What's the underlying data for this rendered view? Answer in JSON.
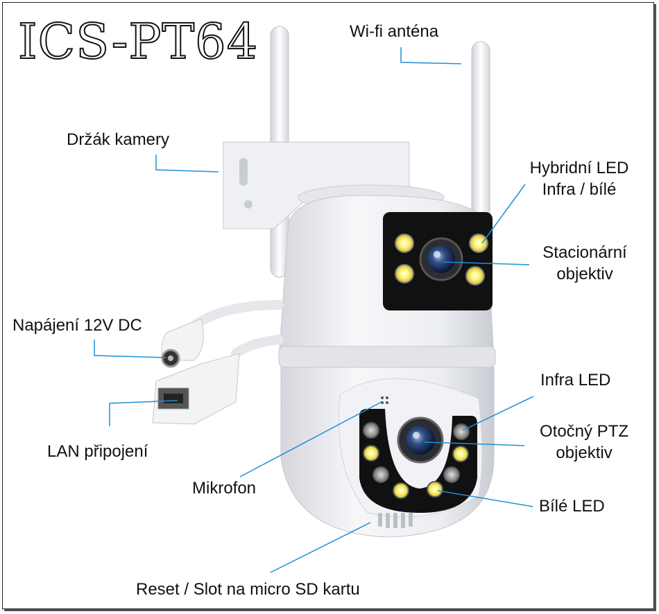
{
  "title": "ICS-PT64",
  "labels": {
    "wifi_antenna": "Wi-fi anténa",
    "camera_holder": "Držák kamery",
    "hybrid_led_line1": "Hybridní LED",
    "hybrid_led_line2": "Infra / bílé",
    "stationary_lens_line1": "Stacionární",
    "stationary_lens_line2": "objektiv",
    "power": "Napájení 12V DC",
    "infra_led": "Infra LED",
    "ptz_lens_line1": "Otočný PTZ",
    "ptz_lens_line2": "objektiv",
    "lan": "LAN připojení",
    "microphone": "Mikrofon",
    "white_led": "Bílé LED",
    "reset_slot": "Reset / Slot na micro SD kartu"
  },
  "colors": {
    "leader_line": "#1e8fd6",
    "camera_body": "#eeeff3",
    "led_panel": "#111111",
    "led_white": "#fff36a",
    "led_infra": "#9a9a9a"
  }
}
